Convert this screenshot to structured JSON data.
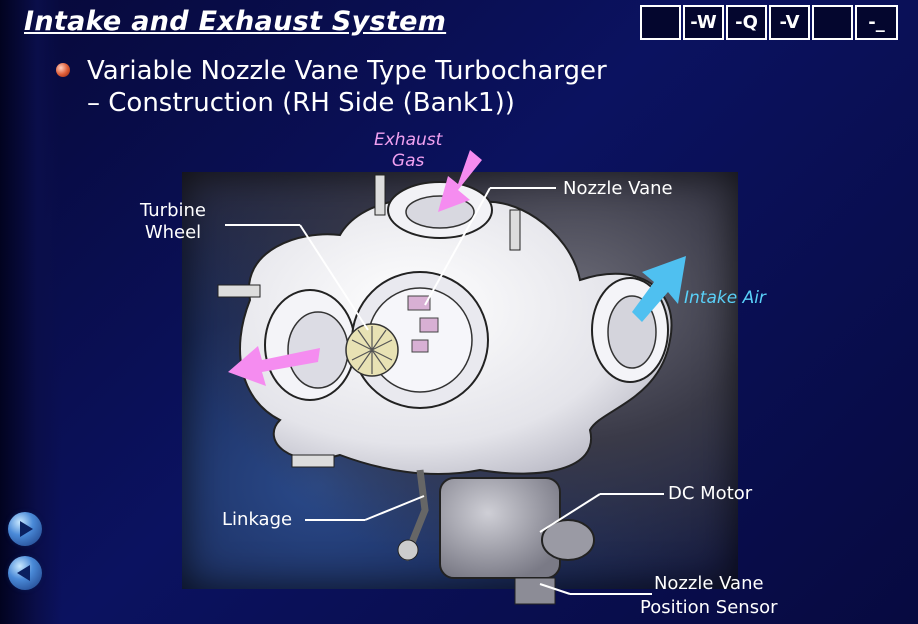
{
  "header": {
    "title": "Intake and Exhaust System",
    "badges": [
      "",
      "-W",
      "-Q",
      "-V",
      "",
      "-_"
    ]
  },
  "subtitle": {
    "line1": "Variable Nozzle Vane Type Turbocharger",
    "line2": "– Construction (RH Side (Bank1))"
  },
  "labels": {
    "exhaust_gas_line1": "Exhaust",
    "exhaust_gas_line2": "Gas",
    "nozzle_vane": "Nozzle Vane",
    "turbine_wheel_line1": "Turbine",
    "turbine_wheel_line2": "Wheel",
    "intake_air": "Intake Air",
    "dc_motor": "DC Motor",
    "linkage": "Linkage",
    "position_sensor_line1": "Nozzle Vane",
    "position_sensor_line2": "Position Sensor"
  },
  "colors": {
    "exhaust_arrow": "#f58cf0",
    "intake_arrow": "#4fc0f0"
  },
  "nav": {
    "next_icon": "arrow-right-icon",
    "prev_icon": "arrow-left-icon"
  }
}
